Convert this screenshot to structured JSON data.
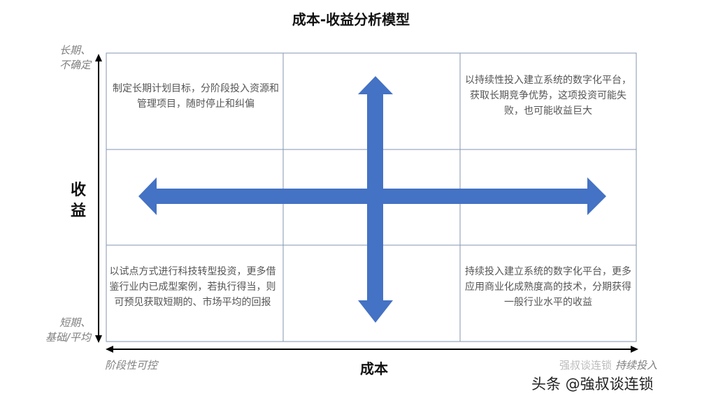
{
  "title": "成本-收益分析模型",
  "y_axis": {
    "title": "收益",
    "top_label": [
      "长期、",
      "不确定"
    ],
    "bottom_label": [
      "短期、",
      "基础/平均"
    ]
  },
  "x_axis": {
    "title": "成本",
    "left_label": "阶段性可控",
    "right_label": "持续投入"
  },
  "quadrants": {
    "top_left": "制定长期计划目标，分阶段投入资源和管理项目，随时停止和纠偏",
    "top_right": "以持续性投入建立系统的数字化平台，获取长期竞争优势，这项投资可能失败，也可能收益巨大",
    "bottom_left": "以试点方式进行科技转型投资，更多借鉴行业内已成型案例，若执行得当，则可预见获取短期的、市场平均的回报",
    "bottom_right": "持续投入建立系统的数字化平台，更多应用商业化成熟度高的技术，分期获得一般行业水平的收益"
  },
  "watermark": "头条 @強叔谈连锁",
  "watermark_faint": "强叔谈连锁",
  "colors": {
    "arrow": "#4472c4",
    "grid": "#8496b0",
    "axis": "#000000",
    "muted_label": "#808080"
  }
}
